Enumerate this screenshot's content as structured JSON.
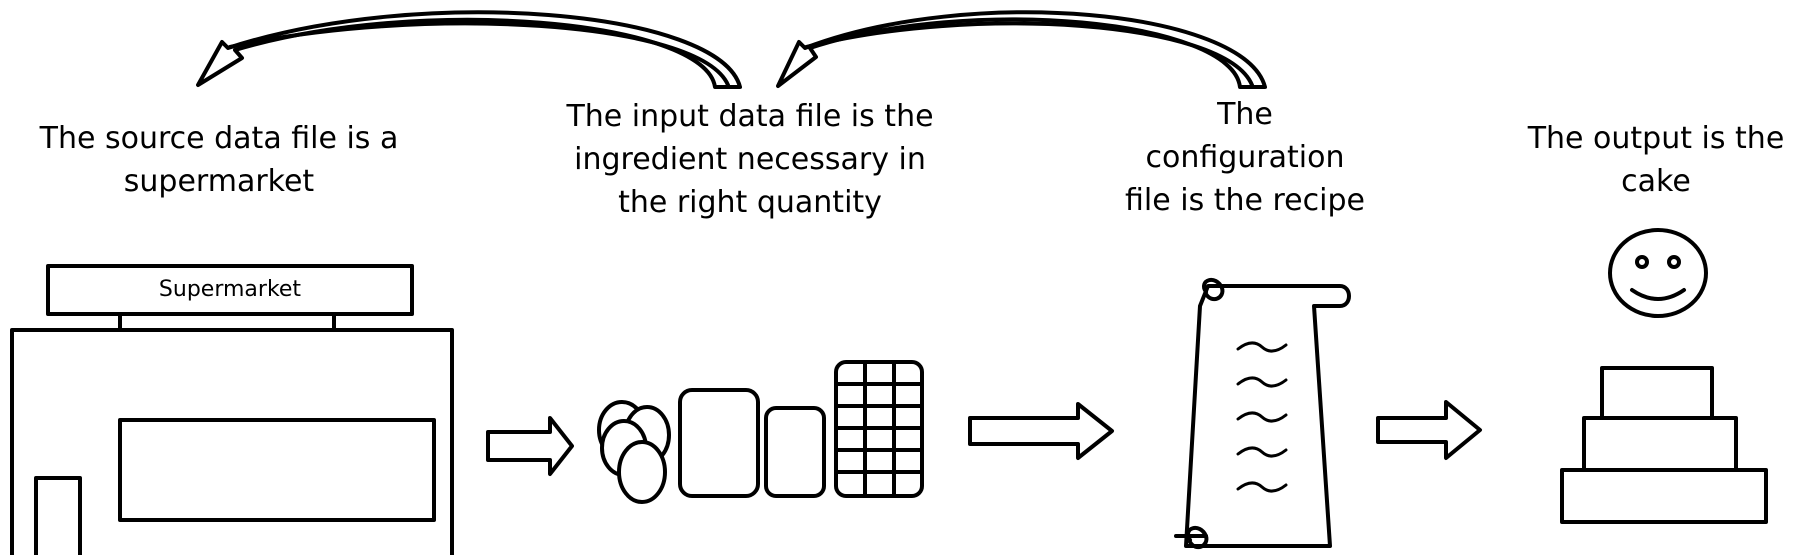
{
  "labels": {
    "source": [
      "The source data file is a",
      "supermarket"
    ],
    "input": [
      "The input data file is the",
      "ingredient necessary in",
      "the right quantity"
    ],
    "config": [
      "The",
      "configuration",
      "file is the recipe"
    ],
    "output": [
      "The output is the",
      "cake"
    ]
  },
  "sign": "Supermarket",
  "colors": {
    "stroke": "#000000",
    "background": "#ffffff"
  }
}
